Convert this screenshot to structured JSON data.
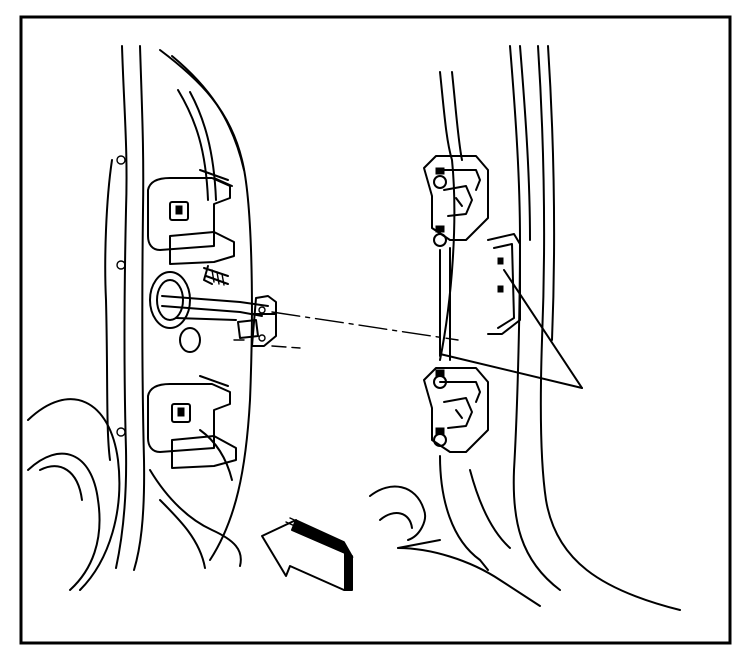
{
  "figure": {
    "colors": {
      "ink": "#000000",
      "paper": "#ffffff"
    },
    "components": [
      "door-edge-panel",
      "door-hinge-upper",
      "door-hinge-lower",
      "door-check-link",
      "check-link-bolt",
      "body-pillar",
      "pillar-hinge-upper",
      "pillar-hinge-lower",
      "pillar-check-bracket",
      "assembly-leader-lines",
      "callout-lines",
      "direction-arrow"
    ]
  }
}
